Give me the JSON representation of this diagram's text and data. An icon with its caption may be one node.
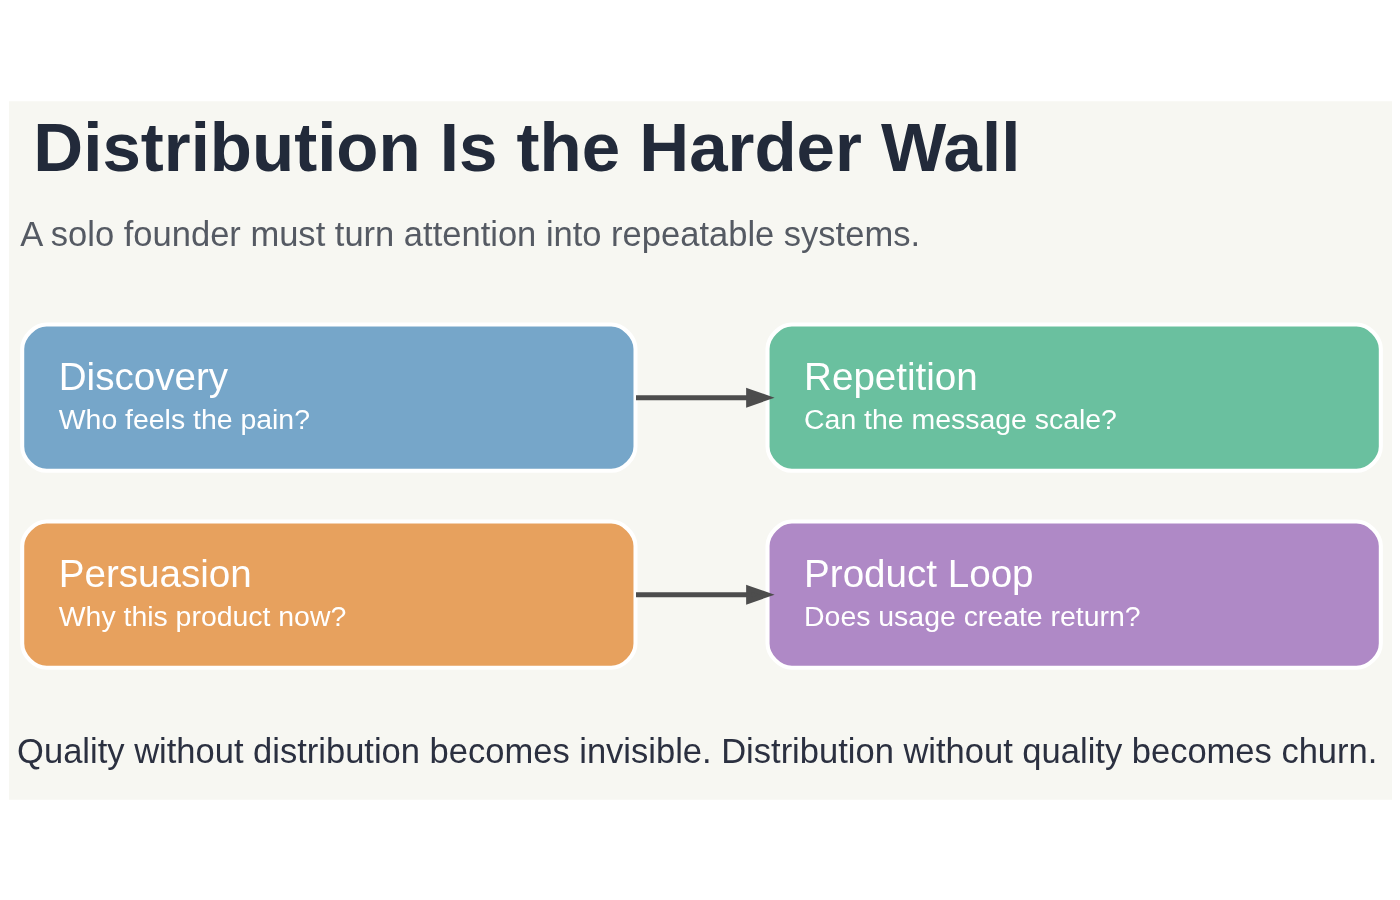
{
  "diagram": {
    "title": "Distribution Is the Harder Wall",
    "nodes": [
      {
        "text": [
          "Discovery",
          "Who feels the pain?"
        ]
      },
      {
        "text": [
          "Repetition",
          "Can the message scale?"
        ]
      },
      {
        "text": [
          "Persuasion",
          "Why this product now?"
        ]
      },
      {
        "text": [
          "Product Loop",
          "Does usage create return?"
        ]
      }
    ],
    "edges": [
      {
        "from": 0,
        "to": 1,
        "arrow": "to"
      },
      {
        "from": 2,
        "to": 3,
        "arrow": "to"
      }
    ],
    "labels": [
      "A solo founder must turn attention into repeatable systems.",
      "Quality without distribution becomes invisible. Distribution without quality becomes churn."
    ]
  }
}
